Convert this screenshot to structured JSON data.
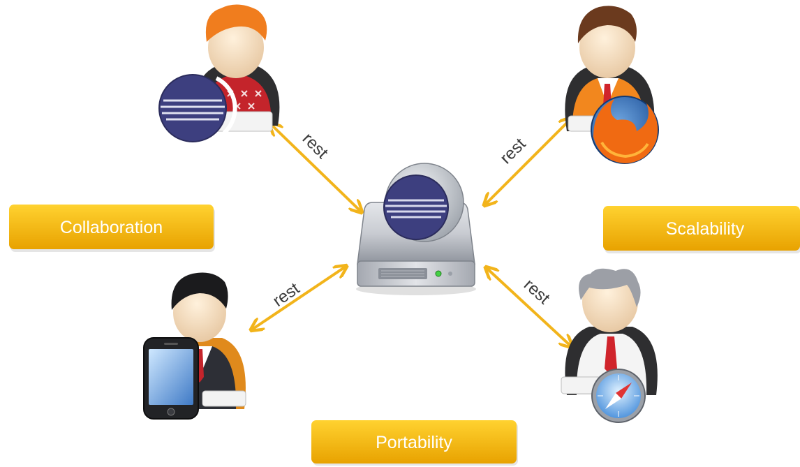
{
  "labels": {
    "collaboration": "Collaboration",
    "scalability": "Scalability",
    "portability": "Portability"
  },
  "connections": {
    "top_left": "rest",
    "top_right": "rest",
    "bottom_left": "rest",
    "bottom_right": "rest"
  },
  "colors": {
    "pill_top": "#ffd230",
    "pill_bottom": "#e8a200",
    "arrow": "#f2b41b",
    "server_body": "#c9ccd2",
    "eclipse_purple": "#3d3f7f",
    "status_led": "#44d044"
  },
  "icons": {
    "server": "server-icon",
    "top_left_user": "user-red-sweater-icon",
    "top_left_app": "eclipse-icon",
    "top_right_user": "user-orange-suit-icon",
    "top_right_app": "firefox-icon",
    "bottom_left_user": "user-dark-suit-icon",
    "bottom_left_app": "phone-icon",
    "bottom_right_user": "user-grey-hair-icon",
    "bottom_right_app": "safari-compass-icon"
  }
}
